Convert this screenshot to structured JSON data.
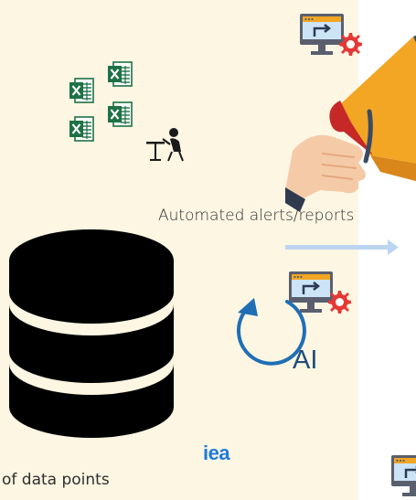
{
  "labels": {
    "alerts": "Automated alerts/reports",
    "data_points": "of data points",
    "ai": "AI",
    "logo": "iea"
  },
  "colors": {
    "panel_bg": "#fdf6e3",
    "excel_green": "#1e7145",
    "arrow": "#bcd4f2",
    "cycle_arrow": "#1f6fb5",
    "gear_red": "#e53935",
    "logo_blue": "#1f7ad9",
    "ai_text": "#1f4e79"
  },
  "icons": [
    "excel-file-icon",
    "person-at-desk-icon",
    "monitor-gear-icon",
    "megaphone-icon",
    "database-icon",
    "cycle-arrow-icon",
    "right-arrow-icon"
  ]
}
